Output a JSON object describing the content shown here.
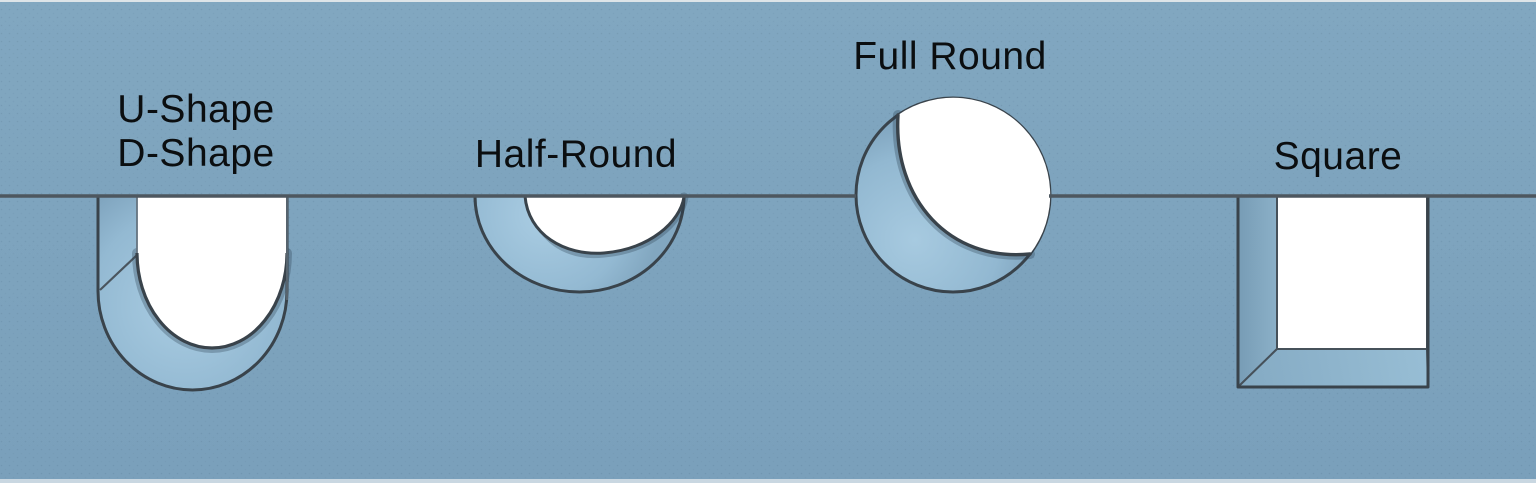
{
  "figure": {
    "description": "Cross-section diagram of four groove profiles machined into a surface",
    "labels": {
      "u_shape": {
        "line1": "U-Shape",
        "line2": "D-Shape"
      },
      "half_round": "Half-Round",
      "full_round": "Full Round",
      "square": "Square"
    },
    "colors": {
      "background": "#7da4be",
      "surface_line": "#4d575f",
      "outline": "#39434b",
      "wall_light": "#a9cce2",
      "wall_mid": "#8fb5cd",
      "groove_face": "#ffffff",
      "label_text": "#0b0e10"
    }
  }
}
